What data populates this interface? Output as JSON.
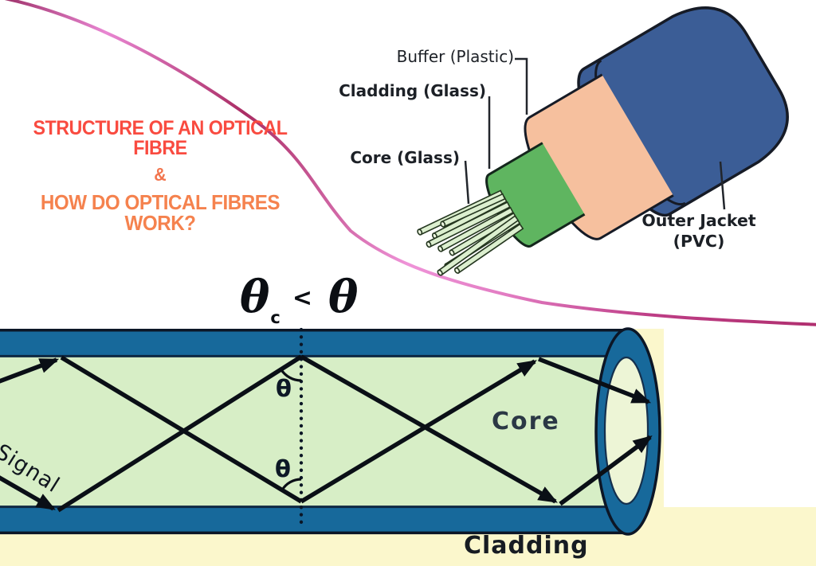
{
  "title": {
    "line1": "STRUCTURE OF AN OPTICAL FIBRE",
    "ampersand": "&",
    "line2": "HOW DO OPTICAL FIBRES WORK?"
  },
  "cable_diagram": {
    "labels": {
      "buffer": "Buffer (Plastic)",
      "cladding": "Cladding (Glass)",
      "core": "Core (Glass)",
      "outer_jacket_line1": "Outer Jacket",
      "outer_jacket_line2": "(PVC)"
    }
  },
  "fibre_diagram": {
    "condition": {
      "theta_critical": "θ",
      "subscript": "c",
      "operator": "<",
      "theta": "θ"
    },
    "angle_top": "θ",
    "angle_bottom": "θ",
    "signal_label": "Signal",
    "core_label": "Core",
    "cladding_label": "Cladding"
  },
  "colors": {
    "title_red": "#f94b40",
    "title_orange": "#f5824e",
    "curve_pink": "#e27fc5",
    "jacket_blue": "#3b5d96",
    "buffer_peach": "#f6c09e",
    "cladding_green": "#5fb560",
    "strand_green": "#dcefcf",
    "fibre_cladding_blue": "#17699b",
    "fibre_core_green": "#d7eec6",
    "fibre_end_face": "#edf5d6",
    "background_yellow": "#fbf7cc"
  }
}
